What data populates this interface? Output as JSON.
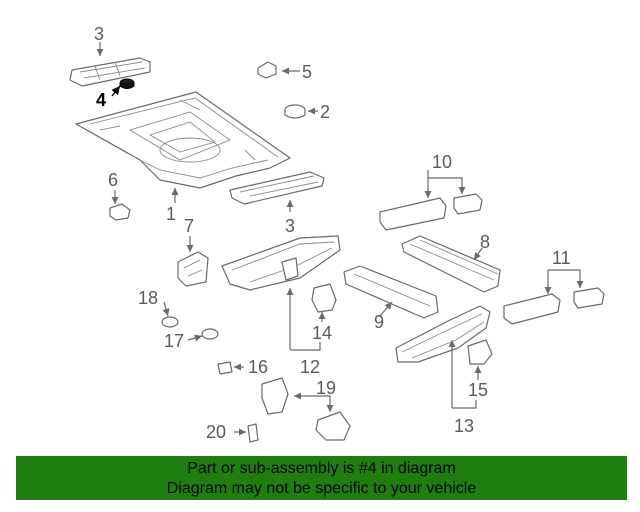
{
  "banner": {
    "line1": "Part or sub-assembly is #4 in diagram",
    "line2": "Diagram may not be specific to your vehicle"
  },
  "callouts": {
    "c1": "1",
    "c2": "2",
    "c3a": "3",
    "c3b": "3",
    "c4": "4",
    "c5": "5",
    "c6": "6",
    "c7": "7",
    "c8": "8",
    "c9": "9",
    "c10": "10",
    "c11": "11",
    "c12": "12",
    "c13": "13",
    "c14": "14",
    "c15": "15",
    "c16": "16",
    "c17": "17",
    "c18": "18",
    "c19": "19",
    "c20": "20"
  },
  "highlight_part": "4",
  "colors": {
    "banner": "#1e7f0f",
    "highlight": "#000000",
    "line": "#6a6a6a"
  }
}
